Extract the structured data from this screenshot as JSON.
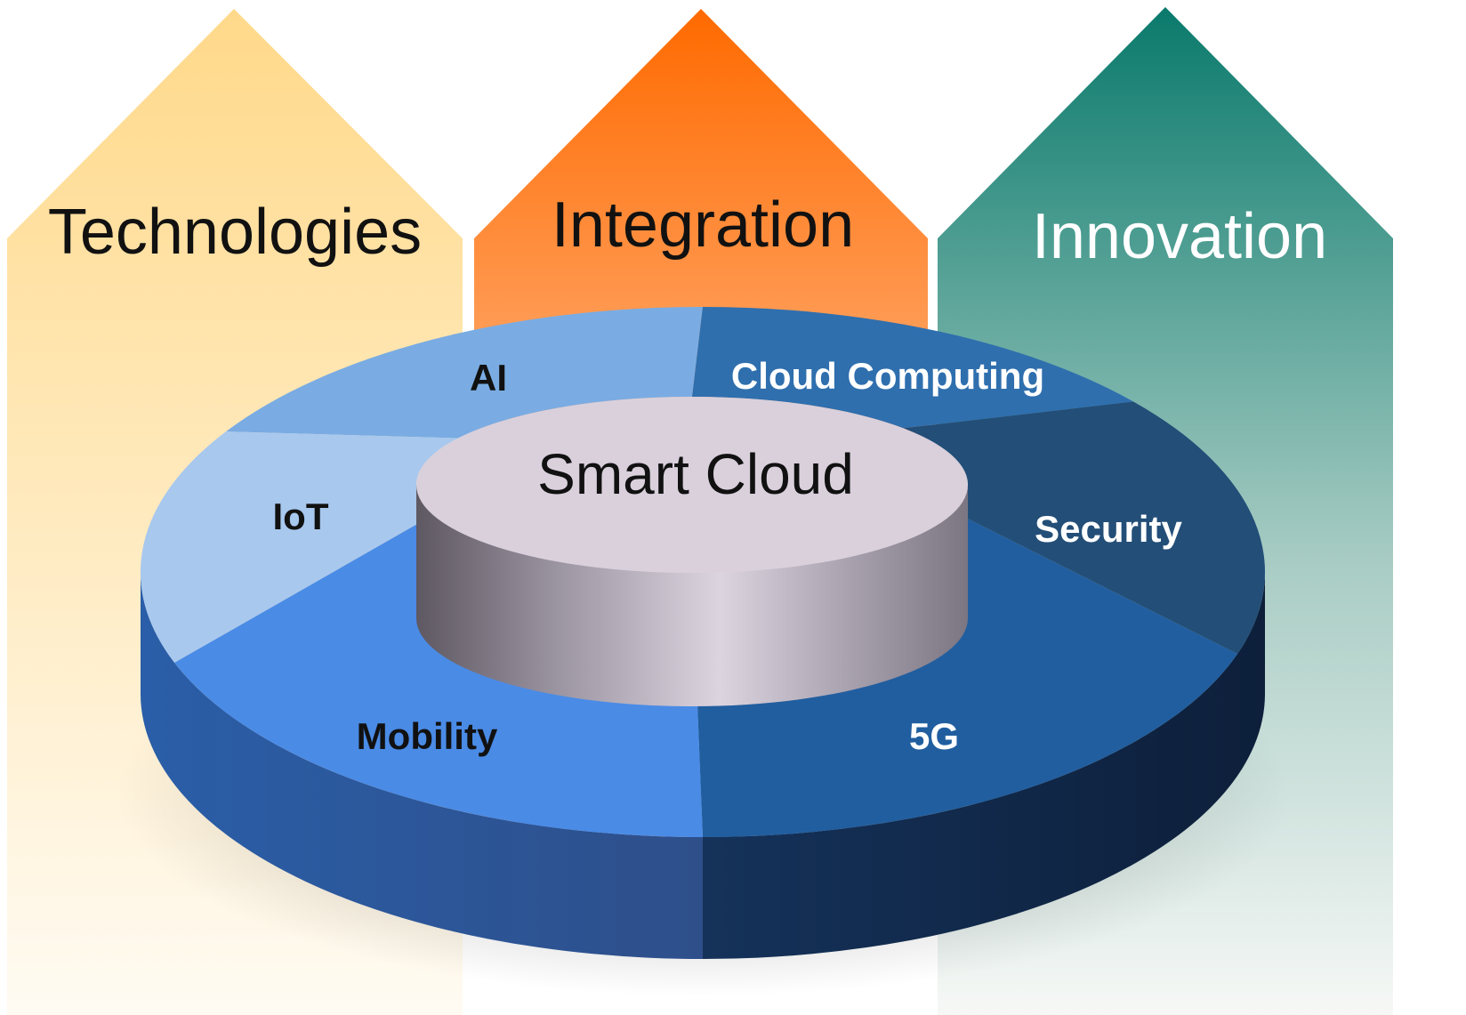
{
  "arrows": [
    {
      "label": "Technologies",
      "color_top": "#FFD98A",
      "color_bottom": "#FFFBF0",
      "text_color": "#111111"
    },
    {
      "label": "Integration",
      "color_top": "#FF6A00",
      "color_bottom": "#FFC9A0",
      "text_color": "#111111"
    },
    {
      "label": "Innovation",
      "color_top": "#0A7A6C",
      "color_bottom": "#F2F6F4",
      "text_color": "#FFFFFF"
    }
  ],
  "center": {
    "label": "Smart Cloud",
    "color": "#D9D0DC"
  },
  "ring_segments": [
    {
      "label": "AI",
      "color": "#7AACE3",
      "text_color": "#111111"
    },
    {
      "label": "Cloud Computing",
      "color": "#2F6FAE",
      "text_color": "#FFFFFF"
    },
    {
      "label": "Security",
      "color": "#234E78",
      "text_color": "#FFFFFF"
    },
    {
      "label": "5G",
      "color": "#215E9F",
      "text_color": "#FFFFFF"
    },
    {
      "label": "Mobility",
      "color": "#4A8BE6",
      "text_color": "#111111"
    },
    {
      "label": "IoT",
      "color": "#A8C8EE",
      "text_color": "#111111"
    }
  ]
}
